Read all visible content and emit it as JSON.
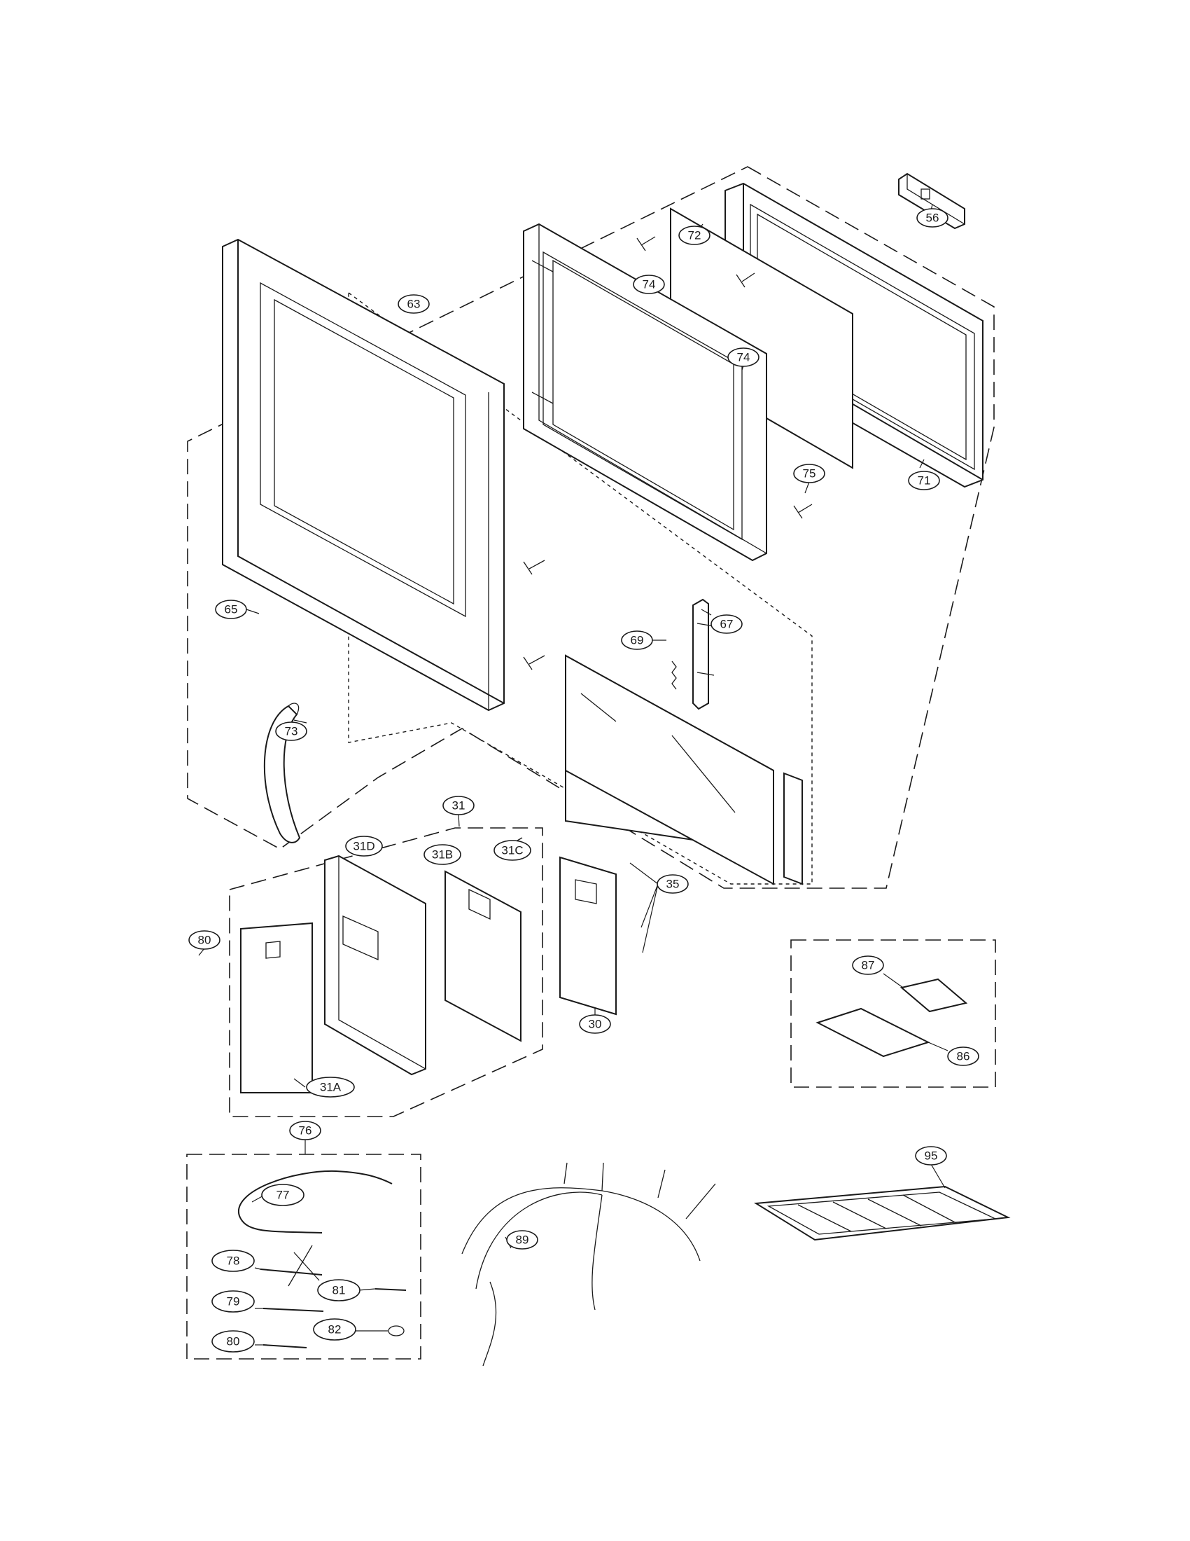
{
  "callouts": [
    {
      "label": "56"
    },
    {
      "label": "72"
    },
    {
      "label": "63"
    },
    {
      "label": "74"
    },
    {
      "label": "74"
    },
    {
      "label": "71"
    },
    {
      "label": "75"
    },
    {
      "label": "65"
    },
    {
      "label": "67"
    },
    {
      "label": "69"
    },
    {
      "label": "73"
    },
    {
      "label": "31"
    },
    {
      "label": "31D"
    },
    {
      "label": "31B"
    },
    {
      "label": "31C"
    },
    {
      "label": "35"
    },
    {
      "label": "80"
    },
    {
      "label": "30"
    },
    {
      "label": "31A"
    },
    {
      "label": "87"
    },
    {
      "label": "86"
    },
    {
      "label": "76"
    },
    {
      "label": "95"
    },
    {
      "label": "77"
    },
    {
      "label": "89"
    },
    {
      "label": "78"
    },
    {
      "label": "81"
    },
    {
      "label": "79"
    },
    {
      "label": "82"
    },
    {
      "label": "80"
    }
  ]
}
